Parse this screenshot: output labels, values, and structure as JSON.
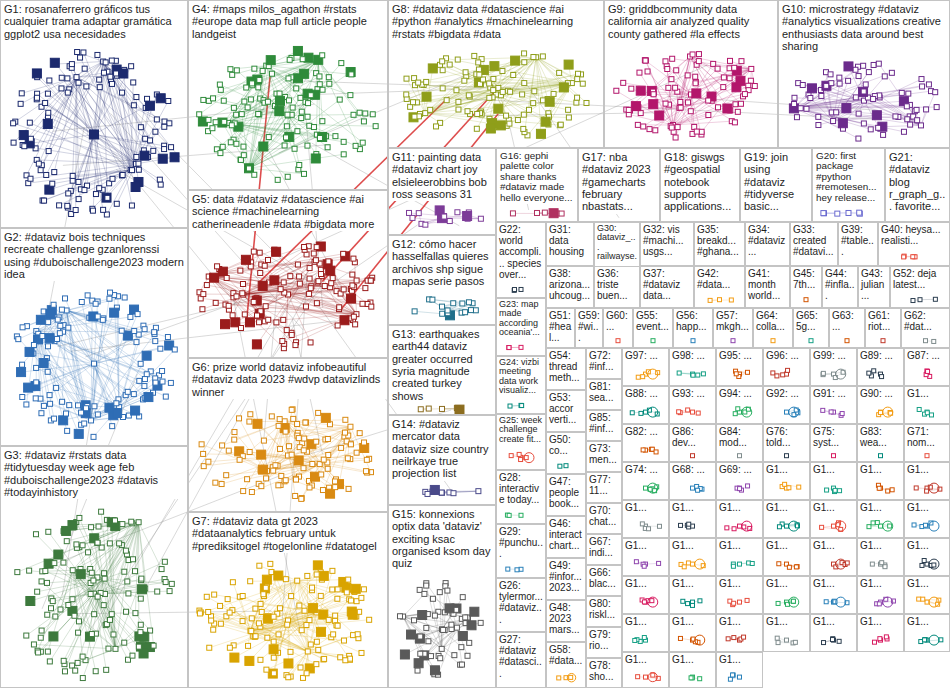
{
  "diagram": {
    "nodes": [
      {
        "text": [
          "G1: rosanaferrero gráficos tus cualquier trama adaptar gramática ggplot2 usa necesidades"
        ]
      },
      {
        "text": [
          "G2: #dataviz bois techniques recreate challenge gzanlorenssi using #duboischallenge2023 modern idea"
        ]
      },
      {
        "text": [
          "G3: #dataviz #rstats data #tidytuesday week age feb #duboischallenge2023 #datavis #todayinhistory"
        ]
      },
      {
        "text": [
          "G4: #maps milos_agathon #rstats #europe data map full article people landgeist"
        ]
      },
      {
        "text": [
          "G5: data #dataviz #datascience #ai science #machinelearning catherineadenle #data #bigdata more"
        ]
      },
      {
        "text": [
          "G6: prize world dataviz infobeautiful #dataviz data 2023 #wdvp datavizlinds winner"
        ]
      },
      {
        "text": [
          "G7: #dataviz data gt 2023 #dataanalytics february untuk #prediksitogel #togelonline #datatogel"
        ]
      },
      {
        "text": [
          "G8: #dataviz data #datascience #ai #python #analytics #machinelearning #rstats #bigdata #data"
        ]
      },
      {
        "text": [
          "G9: griddbcommunity data california air analyzed quality county gathered #la effects"
        ]
      },
      {
        "text": [
          "G10: microstrategy #dataviz #analytics visualizations creative enthusiasts data around best sharing"
        ]
      },
      {
        "text": [
          "G11: painting data #dataviz chart joy elsieleerobbins bob ross seasons 31"
        ]
      },
      {
        "text": [
          "G12: cómo hacer hasselfallas quieres archivos shp sigue mapas serie pasos"
        ]
      },
      {
        "text": [
          "G13: earthquakes earth44 dataviz greater occurred syria magnitude created turkey shows"
        ]
      },
      {
        "text": [
          "G14: #dataviz mercator data dataviz size country neilrkaye true projection list"
        ]
      },
      {
        "text": [
          "G15: konnexions optix data 'dataviz' exciting ksac organised ksom day quiz"
        ]
      },
      {
        "text": [
          "G16: gephi palette color share thanks #dataviz made hello everyone..."
        ]
      },
      {
        "text": [
          "G17: nba #dataviz 2023 #gamecharts february nbastats..."
        ]
      },
      {
        "text": [
          "G18: giswgs #geospatial notebook supports applications..."
        ]
      },
      {
        "text": [
          "G19: join using #dataviz #tidyverse basic..."
        ]
      },
      {
        "text": [
          "G20: first package #python #remotesen... hey release..."
        ]
      },
      {
        "text": [
          "G21: #dataviz blog r_graph_g... favorite..."
        ]
      },
      {
        "text": [
          "G22: world accompli... species over..."
        ]
      },
      {
        "text": [
          "G23: map made according oceania'..."
        ]
      },
      {
        "text": [
          "G24: vizbi meeting data work visualiz..."
        ]
      },
      {
        "text": [
          "G25: week challenge create fit..."
        ]
      },
      {
        "text": [
          "G28: interactive today..."
        ]
      },
      {
        "text": [
          "G29: #punchu..."
        ]
      },
      {
        "text": [
          "G26: tylermor... #dataviz..."
        ]
      },
      {
        "text": [
          "G27: #dataviz #datasci..."
        ]
      },
      {
        "text": [
          "G31: data housing"
        ]
      },
      {
        "text": [
          "G30: dataviz_... railwayse..."
        ]
      },
      {
        "text": [
          "G32: vis #machi... usgs..."
        ]
      },
      {
        "text": [
          "G35: breakd... #ghana..."
        ]
      },
      {
        "text": [
          "G34: #dataviz ..."
        ]
      },
      {
        "text": [
          "G33: created #datavi..."
        ]
      },
      {
        "text": [
          "G39: #table..."
        ]
      },
      {
        "text": [
          "G40: heysa... realisti..."
        ]
      },
      {
        "text": [
          "G38: arizona... uhcoug..."
        ]
      },
      {
        "text": [
          "G36: triste buen..."
        ]
      },
      {
        "text": [
          "G37: #dataviz data..."
        ]
      },
      {
        "text": [
          "G42: #data..."
        ]
      },
      {
        "text": [
          "G41: month world..."
        ]
      },
      {
        "text": [
          "G45: 7th..."
        ]
      },
      {
        "text": [
          "G44: #infla..."
        ]
      },
      {
        "text": [
          "G43: julian..."
        ]
      },
      {
        "text": [
          "G52: deja latest..."
        ]
      },
      {
        "text": [
          "G51: #heal..."
        ]
      },
      {
        "text": [
          "G59: #wi..."
        ]
      },
      {
        "text": [
          "G60: ..."
        ]
      },
      {
        "text": [
          "G55: event..."
        ]
      },
      {
        "text": [
          "G56: happ..."
        ]
      },
      {
        "text": [
          "G57: mkgh..."
        ]
      },
      {
        "text": [
          "G64: colla..."
        ]
      },
      {
        "text": [
          "G65: 5g..."
        ]
      },
      {
        "text": [
          "G63: ..."
        ]
      },
      {
        "text": [
          "G61: riot..."
        ]
      },
      {
        "text": [
          "G62: #dat..."
        ]
      },
      {
        "text": [
          "G54: thread meth..."
        ]
      },
      {
        "text": [
          "G53: accor verti..."
        ]
      },
      {
        "text": [
          "G50: co..."
        ]
      },
      {
        "text": [
          "G47: people book..."
        ]
      },
      {
        "text": [
          "G46: interact chart..."
        ]
      },
      {
        "text": [
          "G49: #infor... 2023..."
        ]
      },
      {
        "text": [
          "G48: 2023 mars..."
        ]
      },
      {
        "text": [
          "G58: #data..."
        ]
      },
      {
        "text": [
          "G72: #inf..."
        ]
      },
      {
        "text": [
          "G81: sea..."
        ]
      },
      {
        "text": [
          "G85: #inf..."
        ]
      },
      {
        "text": [
          "G73: men..."
        ]
      },
      {
        "text": [
          "G77: 11..."
        ]
      },
      {
        "text": [
          "G70: chat..."
        ]
      },
      {
        "text": [
          "G67: indi..."
        ]
      },
      {
        "text": [
          "G66: blac..."
        ]
      },
      {
        "text": [
          "G80: riskl..."
        ]
      },
      {
        "text": [
          "G79: rio..."
        ]
      },
      {
        "text": [
          "G78: sho..."
        ]
      },
      {
        "text": [
          "G97: ..."
        ]
      },
      {
        "text": [
          "G98: ..."
        ]
      },
      {
        "text": [
          "G95: ..."
        ]
      },
      {
        "text": [
          "G96: ..."
        ]
      },
      {
        "text": [
          "G99: ..."
        ]
      },
      {
        "text": [
          "G89: ..."
        ]
      },
      {
        "text": [
          "G87: ..."
        ]
      },
      {
        "text": [
          "G88: ..."
        ]
      },
      {
        "text": [
          "G93: ..."
        ]
      },
      {
        "text": [
          "G94: ..."
        ]
      },
      {
        "text": [
          "G92: ..."
        ]
      },
      {
        "text": [
          "G91: ..."
        ]
      },
      {
        "text": [
          "G90: ..."
        ]
      },
      {
        "text": [
          "G1..."
        ]
      },
      {
        "text": [
          "G82: ..."
        ]
      },
      {
        "text": [
          "G86: dev..."
        ]
      },
      {
        "text": [
          "G84: mod..."
        ]
      },
      {
        "text": [
          "G76: told..."
        ]
      },
      {
        "text": [
          "G75: syst..."
        ]
      },
      {
        "text": [
          "G83: wea..."
        ]
      },
      {
        "text": [
          "G71: nom..."
        ]
      },
      {
        "text": [
          "G74: ..."
        ]
      },
      {
        "text": [
          "G68: ..."
        ]
      },
      {
        "text": [
          "G69: ..."
        ]
      },
      {
        "text": [
          "G1..."
        ]
      },
      {
        "text": [
          "G1..."
        ]
      },
      {
        "text": [
          "G1..."
        ]
      },
      {
        "text": [
          "G1..."
        ]
      },
      {
        "text": [
          "G1..."
        ]
      },
      {
        "text": [
          "G1..."
        ]
      },
      {
        "text": [
          "G1..."
        ]
      },
      {
        "text": [
          "G1..."
        ]
      },
      {
        "text": [
          "G1..."
        ]
      },
      {
        "text": [
          "G1..."
        ]
      },
      {
        "text": [
          "G1..."
        ]
      },
      {
        "text": [
          "G1..."
        ]
      },
      {
        "text": [
          "G1..."
        ]
      },
      {
        "text": [
          "G1..."
        ]
      },
      {
        "text": [
          "G1..."
        ]
      },
      {
        "text": [
          "G1..."
        ]
      },
      {
        "text": [
          "G1..."
        ]
      },
      {
        "text": [
          "G1..."
        ]
      },
      {
        "text": [
          "G1..."
        ]
      },
      {
        "text": [
          "G1..."
        ]
      },
      {
        "text": [
          "G1..."
        ]
      },
      {
        "text": [
          "G1..."
        ]
      },
      {
        "text": [
          "G1..."
        ]
      },
      {
        "text": [
          "G1..."
        ]
      },
      {
        "text": [
          "G1..."
        ]
      },
      {
        "text": [
          "G1..."
        ]
      },
      {
        "text": [
          "G1..."
        ]
      },
      {
        "text": [
          "G1..."
        ]
      },
      {
        "text": [
          "G1..."
        ]
      },
      {
        "text": [
          "G1..."
        ]
      },
      {
        "text": [
          "G1..."
        ]
      },
      {
        "text": [
          "G1..."
        ]
      },
      {
        "text": [
          "G1..."
        ]
      },
      {
        "text": [
          "G1..."
        ]
      },
      {
        "text": [
          "G1..."
        ]
      }
    ]
  }
}
